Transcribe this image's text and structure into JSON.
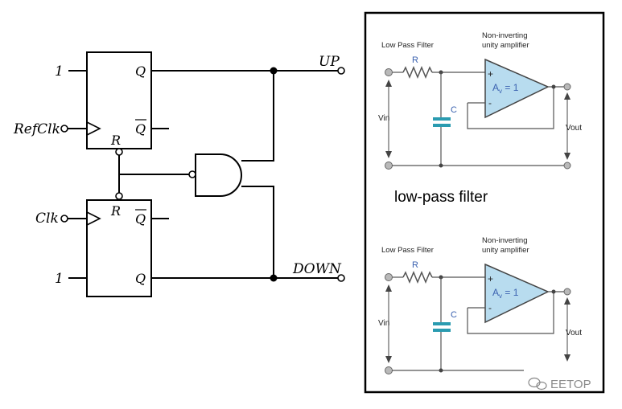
{
  "pfd": {
    "ff1": {
      "d_input": "1",
      "q": "Q",
      "q_bar": "Q",
      "clk_input": "RefClk",
      "reset": "R"
    },
    "ff2": {
      "d_input": "1",
      "q": "Q",
      "q_bar": "Q",
      "clk_input": "Clk",
      "reset": "R"
    },
    "outputs": {
      "up": "UP",
      "down": "DOWN"
    }
  },
  "filter_panel": {
    "caption": "low-pass filter",
    "watermark": "EETOP",
    "circuits": [
      {
        "title": "Low Pass Filter",
        "amp_title_line1": "Non-inverting",
        "amp_title_line2": "unity amplifier",
        "resistor": "R",
        "capacitor": "C",
        "plus": "+",
        "minus": "-",
        "gain_base": "A",
        "gain_sub": "v",
        "gain_value": " = 1",
        "vin": "Vin",
        "vout": "Vout"
      },
      {
        "title": "Low Pass Filter",
        "amp_title_line1": "Non-inverting",
        "amp_title_line2": "unity amplifier",
        "resistor": "R",
        "capacitor": "C",
        "plus": "+",
        "minus": "-",
        "gain_base": "A",
        "gain_sub": "v",
        "gain_value": " = 1",
        "vin": "Vin",
        "vout": "Vout"
      }
    ]
  },
  "colors": {
    "opamp_fill": "#b8dcef",
    "capacitor": "#2a9bb0",
    "gain_text": "#3b62b0"
  }
}
